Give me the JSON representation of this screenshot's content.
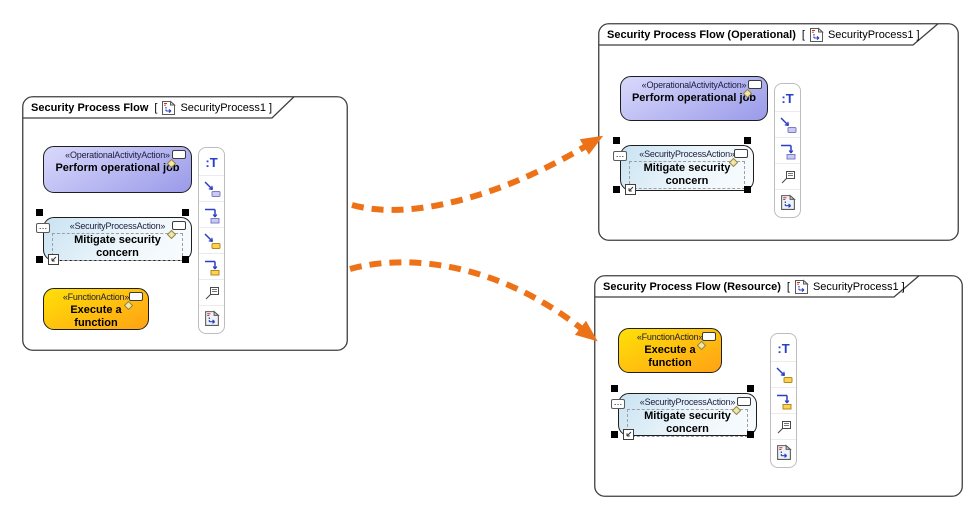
{
  "ui": {
    "ellipsis_badge": "…",
    "text_tool_glyph": ":T"
  },
  "colors": {
    "arrow_orange": "#ED7217",
    "frame_border": "#3F3F3F",
    "operational_fill_light": "#D9D9FC",
    "operational_fill_dark": "#9A9AE9",
    "security_fill_light": "#C8E2F2",
    "security_fill_dark": "#F9FCFE",
    "function_fill_light": "#FFDD08",
    "function_fill_dark": "#FFA514"
  },
  "arrows": [
    {
      "from": "Security Process Flow",
      "to": "Security Process Flow (Operational)",
      "style": "orange-dashed"
    },
    {
      "from": "Security Process Flow",
      "to": "Security Process Flow (Resource)",
      "style": "orange-dashed"
    }
  ],
  "diagrams": [
    {
      "title": "Security Process Flow",
      "bracket_open": "[",
      "context_name": "SecurityProcess1",
      "bracket_close": "]",
      "nodes": {
        "operational": {
          "stereotype": "«OperationalActivityAction»",
          "name": "Perform operational job"
        },
        "security": {
          "stereotype": "«SecurityProcessAction»",
          "name": "Mitigate security concern"
        },
        "function": {
          "stereotype": "«FunctionAction»",
          "name": "Execute a function"
        }
      },
      "toolbar_icons": [
        "text-tool",
        "create-operational-activity-action",
        "insert-operational-activity-action",
        "create-function-action",
        "insert-function-action",
        "comment",
        "diagram"
      ]
    },
    {
      "title": "Security Process Flow (Operational)",
      "bracket_open": "[",
      "context_name": "SecurityProcess1",
      "bracket_close": "]",
      "nodes": {
        "operational": {
          "stereotype": "«OperationalActivityAction»",
          "name": "Perform operational job"
        },
        "security": {
          "stereotype": "«SecurityProcessAction»",
          "name": "Mitigate security concern"
        }
      },
      "toolbar_icons": [
        "text-tool",
        "create-operational-activity-action",
        "insert-operational-activity-action",
        "comment",
        "diagram"
      ]
    },
    {
      "title": "Security Process Flow (Resource)",
      "bracket_open": "[",
      "context_name": "SecurityProcess1",
      "bracket_close": "]",
      "nodes": {
        "function": {
          "stereotype": "«FunctionAction»",
          "name": "Execute a function"
        },
        "security": {
          "stereotype": "«SecurityProcessAction»",
          "name": "Mitigate security concern"
        }
      },
      "toolbar_icons": [
        "text-tool",
        "create-function-action",
        "insert-function-action",
        "comment",
        "diagram"
      ]
    }
  ]
}
